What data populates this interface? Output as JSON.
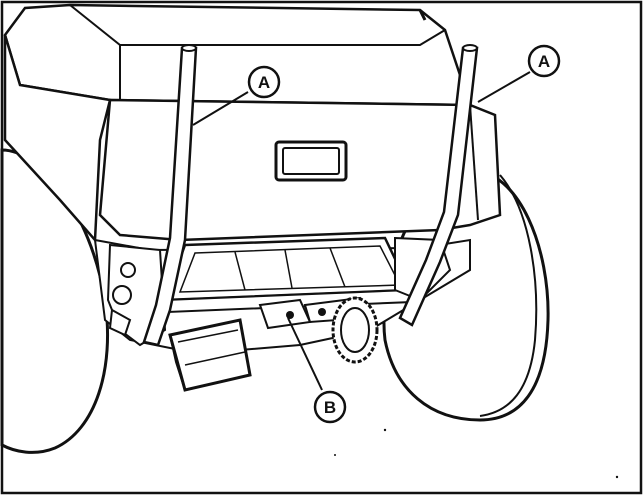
{
  "figure": {
    "callouts": [
      {
        "letter": "A",
        "target": "left-upright-bar"
      },
      {
        "letter": "A",
        "target": "right-upright-bar"
      },
      {
        "letter": "B",
        "target": "lower-mount-bracket"
      }
    ]
  },
  "colors": {
    "ink": "#111111",
    "paper": "#ffffff",
    "shade": "#555555"
  }
}
